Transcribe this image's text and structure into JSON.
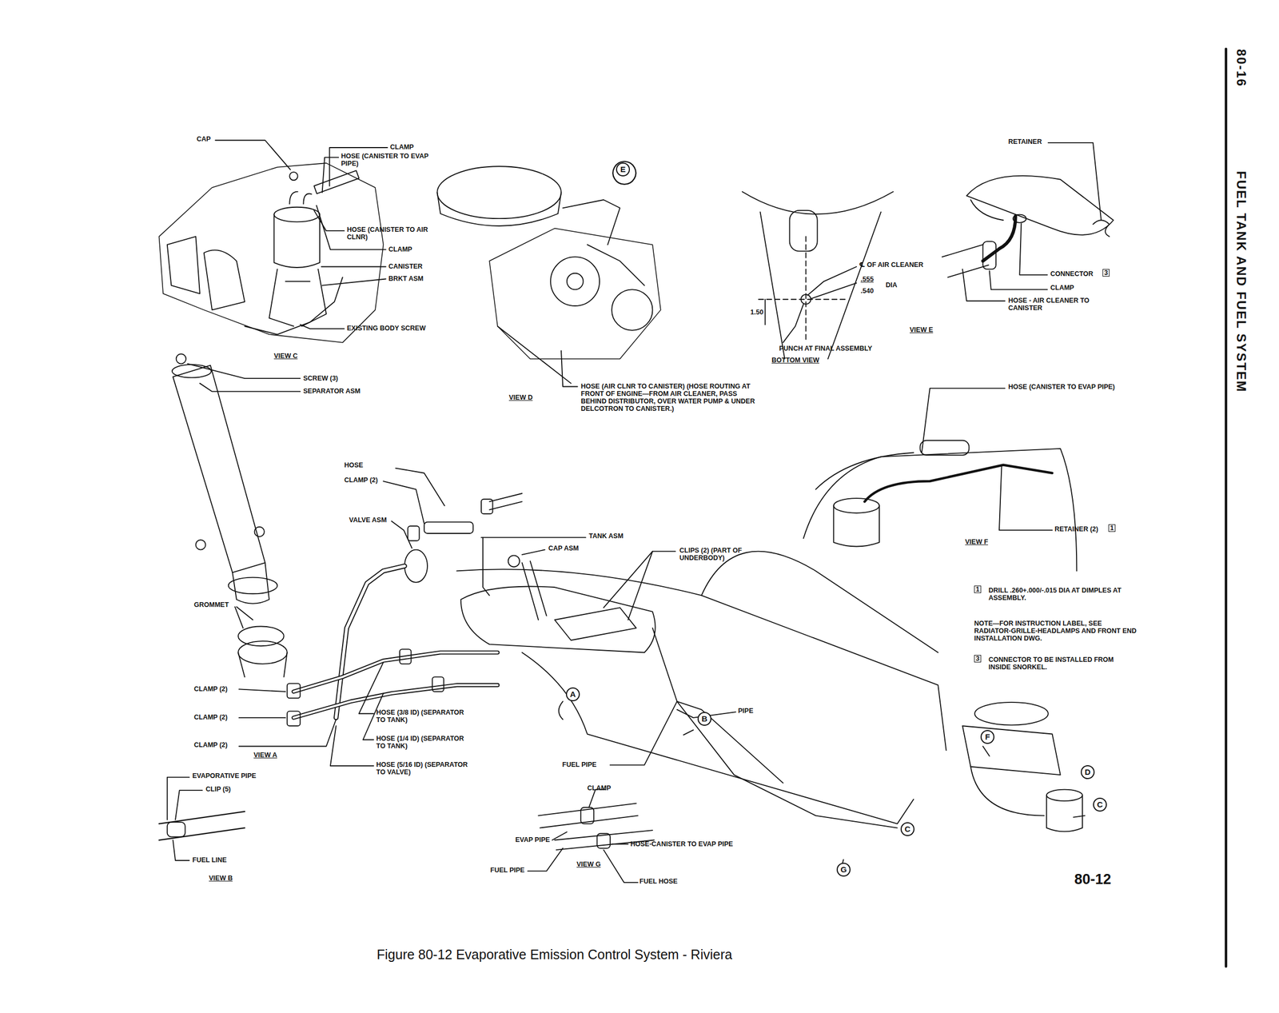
{
  "diagram": {
    "title": "FUEL TANK AND FUEL SYSTEM",
    "caption": "Figure 80-12 Evaporative Emission Control System - Riviera",
    "labels": [
      "CAP",
      "CLAMP",
      "HOSE (CANISTER TO EVAP PIPE)",
      "HOSE (CANISTER TO AIR CLNR)",
      "CLAMP",
      "CANISTER",
      "BRKT ASM",
      "EXISTING BODY SCREW",
      "VIEW C",
      "SCREW (3)",
      "SEPARATOR ASM",
      "HOSE (AIR CLNR TO CANISTER) (HOSE ROUTING AT FRONT OF ENGINE—FROM AIR CLEANER, PASS BEHIND DISTRIBUTOR, OVER WATER PUMP & UNDER DELCOTRON TO CANISTER.)",
      "VIEW D",
      "E",
      "℄ OF AIR CLEANER",
      ".555",
      ".540",
      "DIA",
      "1.50",
      "PUNCH AT FINAL ASSEMBLY",
      "BOTTOM VIEW",
      "VIEW E",
      "RETAINER",
      "CONNECTOR",
      "3",
      "CLAMP",
      "HOSE - AIR CLEANER TO CANISTER",
      "HOSE (CANISTER TO EVAP PIPE)",
      "RETAINER (2)",
      "1",
      "VIEW F",
      "1",
      "DRILL .260+.000/-.015 DIA AT DIMPLES AT ASSEMBLY.",
      "NOTE—FOR INSTRUCTION LABEL, SEE RADIATOR-GRILLE-HEADLAMPS AND FRONT END INSTALLATION DWG.",
      "3",
      "CONNECTOR TO BE INSTALLED FROM INSIDE SNORKEL.",
      "HOSE",
      "CLAMP (2)",
      "VALVE ASM",
      "TANK ASM",
      "CAP ASM",
      "CLIPS (2) (PART OF UNDERBODY)",
      "GROMMET",
      "CLAMP (2)",
      "CLAMP (2)",
      "CLAMP (2)",
      "VIEW A",
      "HOSE (3/8 ID) (SEPARATOR TO TANK)",
      "HOSE (1/4 ID) (SEPARATOR TO TANK)",
      "HOSE (5/16 ID) (SEPARATOR TO VALVE)",
      "EVAPORATIVE PIPE",
      "CLIP (5)",
      "FUEL LINE",
      "VIEW B",
      "FUEL PIPE",
      "PIPE",
      "CLAMP",
      "EVAP PIPE",
      "HOSE-CANISTER TO EVAP PIPE",
      "FUEL PIPE",
      "VIEW G",
      "FUEL HOSE",
      "A",
      "B",
      "C",
      "F",
      "D",
      "C",
      "G",
      "80-12",
      "80-16"
    ]
  }
}
